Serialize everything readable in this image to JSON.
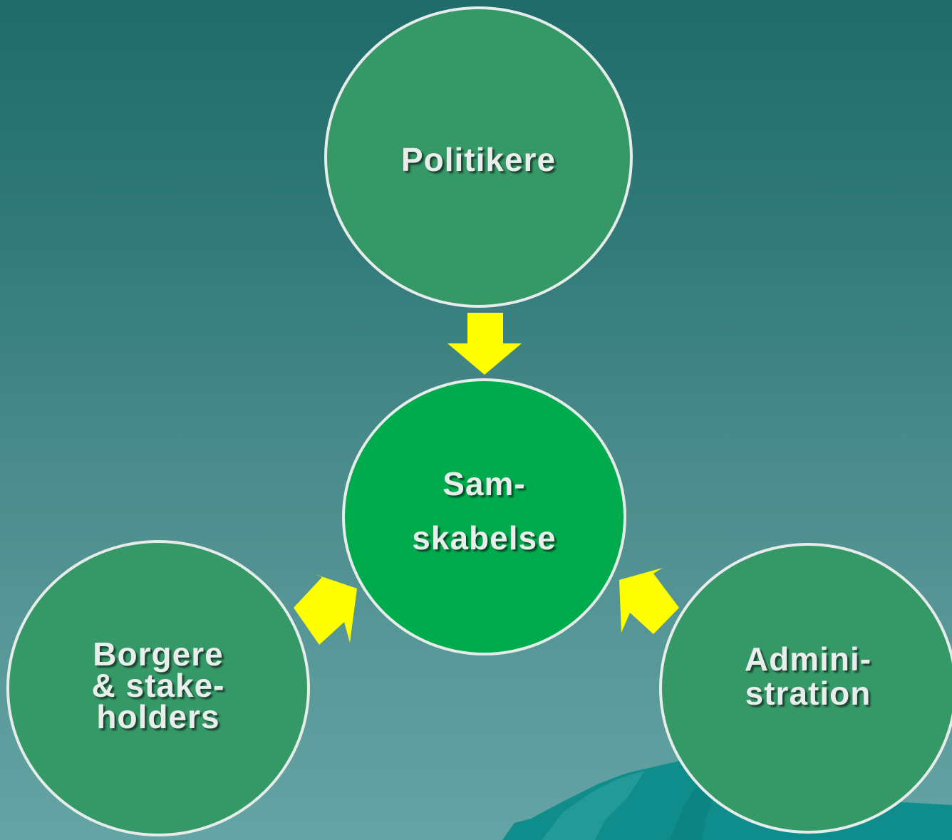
{
  "colors": {
    "background_top": "#1f6b6a",
    "background_bottom": "#64a4a4",
    "outer_node_fill": "#359867",
    "center_node_fill": "#00ab4e",
    "node_border": "#e6ecea",
    "arrow_fill": "#ffff00",
    "label_text": "#e9eeec"
  },
  "nodes": {
    "top": {
      "label": "Politikere"
    },
    "center": {
      "label": "Sam-\nskabelse"
    },
    "left": {
      "label": "Borgere\n& stake-\nholders"
    },
    "right": {
      "label": "Admini-\nstration"
    }
  },
  "arrows": [
    {
      "from": "top",
      "to": "center"
    },
    {
      "from": "left",
      "to": "center"
    },
    {
      "from": "right",
      "to": "center"
    }
  ]
}
